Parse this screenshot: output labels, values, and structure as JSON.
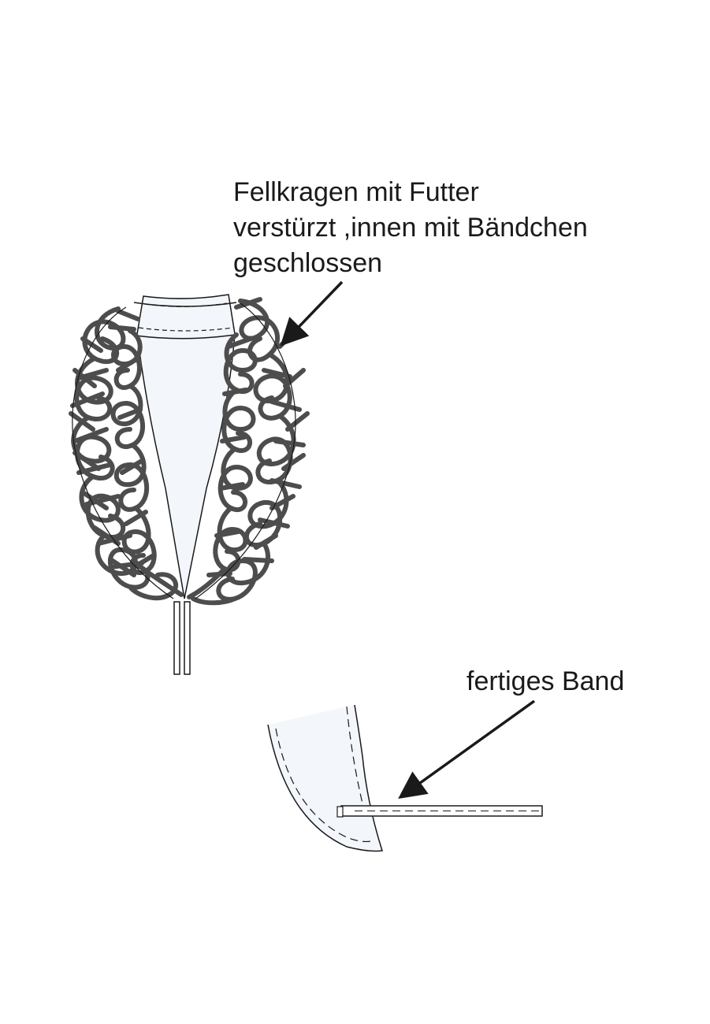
{
  "labels": {
    "collar_line_1": "Fellkragen mit Futter",
    "collar_line_2": "verstürzt ,innen mit Bändchen",
    "collar_line_3": "geschlossen",
    "band": "fertiges Band"
  },
  "colors": {
    "ink": "#1a1a1a",
    "fur": "#4d4d4d",
    "lining": "#f3f6fa"
  }
}
